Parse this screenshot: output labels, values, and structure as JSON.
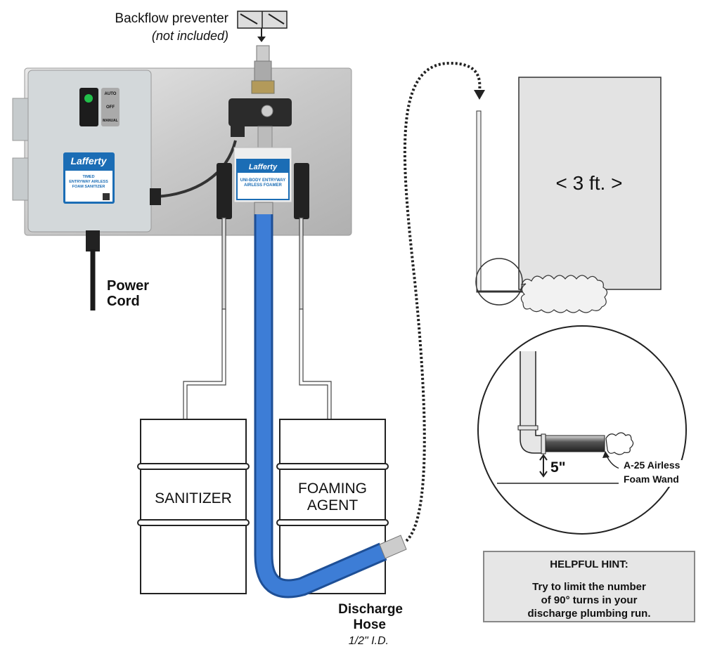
{
  "labels": {
    "backflow": "Backflow preventer",
    "backflow_note": "(not included)",
    "power_cord_1": "Power",
    "power_cord_2": "Cord",
    "discharge_1": "Discharge",
    "discharge_2": "Hose",
    "discharge_size": "1/2\" I.D.",
    "wall_distance": "< 3 ft. >",
    "height": "5\"",
    "wand_1": "A-25 Airless",
    "wand_2": "Foam Wand"
  },
  "switch_panel": {
    "auto": "AUTO",
    "off": "OFF",
    "manual": "MANUAL"
  },
  "control_label": {
    "brand": "Lafferty",
    "title_1": "TIMED",
    "title_2": "ENTRYWAY AIRLESS",
    "title_3": "FOAM SANITIZER"
  },
  "foamer_label": {
    "brand": "Lafferty",
    "title_1": "UNI-BODY ENTRYWAY",
    "title_2": "AIRLESS FOAMER"
  },
  "drums": [
    {
      "line1": "SANITIZER",
      "line2": ""
    },
    {
      "line1": "FOAMING",
      "line2": "AGENT"
    }
  ],
  "hint": {
    "title": "HELPFUL HINT:",
    "line1": "Try to limit the number",
    "line2": "of 90° turns in your",
    "line3": "discharge plumbing run."
  },
  "colors": {
    "brand_blue": "#1b6db5",
    "hose_blue": "#2f6fc0",
    "switch_green": "#22c04a"
  }
}
